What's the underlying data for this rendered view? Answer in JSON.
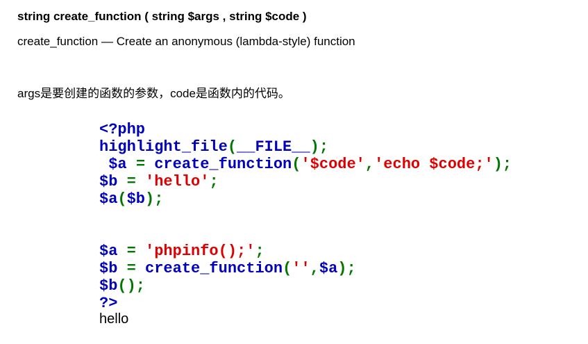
{
  "header": {
    "signature": "string create_function ( string $args , string $code )",
    "description": "create_function — Create an anonymous (lambda-style) function"
  },
  "note": "args是要创建的函数的参数，code是函数内的代码。",
  "colors": {
    "default": "#0000BB",
    "keyword": "#007700",
    "string": "#DD0000",
    "text": "#000000"
  },
  "code": {
    "lines": [
      [
        {
          "t": "<?php",
          "c": "default"
        }
      ],
      [
        {
          "t": "highlight_file",
          "c": "default"
        },
        {
          "t": "(",
          "c": "keyword"
        },
        {
          "t": "__FILE__",
          "c": "default"
        },
        {
          "t": ");",
          "c": "keyword"
        }
      ],
      [
        {
          "t": " $a ",
          "c": "default"
        },
        {
          "t": "= ",
          "c": "keyword"
        },
        {
          "t": "create_function",
          "c": "default"
        },
        {
          "t": "(",
          "c": "keyword"
        },
        {
          "t": "'$code'",
          "c": "string"
        },
        {
          "t": ",",
          "c": "keyword"
        },
        {
          "t": "'echo $code;'",
          "c": "string"
        },
        {
          "t": ");",
          "c": "keyword"
        }
      ],
      [
        {
          "t": "$b ",
          "c": "default"
        },
        {
          "t": "= ",
          "c": "keyword"
        },
        {
          "t": "'hello'",
          "c": "string"
        },
        {
          "t": ";",
          "c": "keyword"
        }
      ],
      [
        {
          "t": "$a",
          "c": "default"
        },
        {
          "t": "(",
          "c": "keyword"
        },
        {
          "t": "$b",
          "c": "default"
        },
        {
          "t": ");",
          "c": "keyword"
        }
      ],
      [],
      [],
      [
        {
          "t": "$a ",
          "c": "default"
        },
        {
          "t": "= ",
          "c": "keyword"
        },
        {
          "t": "'phpinfo();'",
          "c": "string"
        },
        {
          "t": ";",
          "c": "keyword"
        }
      ],
      [
        {
          "t": "$b ",
          "c": "default"
        },
        {
          "t": "= ",
          "c": "keyword"
        },
        {
          "t": "create_function",
          "c": "default"
        },
        {
          "t": "(",
          "c": "keyword"
        },
        {
          "t": "''",
          "c": "string"
        },
        {
          "t": ",",
          "c": "keyword"
        },
        {
          "t": "$a",
          "c": "default"
        },
        {
          "t": ");",
          "c": "keyword"
        }
      ],
      [
        {
          "t": "$b",
          "c": "default"
        },
        {
          "t": "();",
          "c": "keyword"
        }
      ],
      [
        {
          "t": "?>",
          "c": "default"
        }
      ]
    ]
  },
  "output": "hello"
}
